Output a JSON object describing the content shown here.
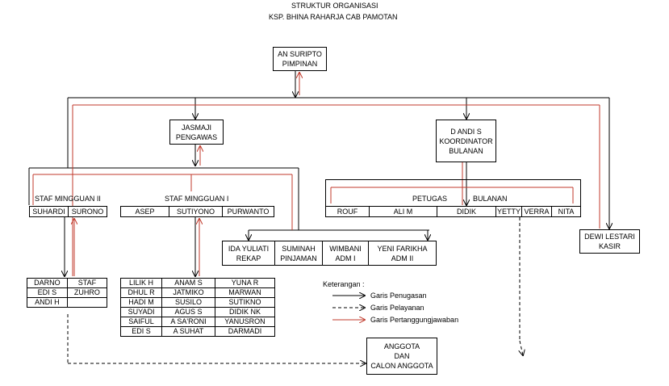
{
  "title": {
    "line1": "STRUKTUR ORGANISASI",
    "line2": "KSP. BHINA RAHARJA CAB PAMOTAN"
  },
  "pimpinan": {
    "name": "AN SURIPTO",
    "role": "PIMPINAN"
  },
  "pengawas": {
    "name": "JASMAJI",
    "role": "PENGAWAS"
  },
  "koordinator": {
    "name": "D ANDI S",
    "role1": "KOORDINATOR",
    "role2": "BULANAN"
  },
  "kasir": {
    "name": "DEWI LESTARI",
    "role": "KASIR"
  },
  "staf2": {
    "title": "STAF MINGGUAN II",
    "members": [
      "SUHARDI",
      "SURONO"
    ]
  },
  "staf1": {
    "title": "STAF MINGGUAN I",
    "members": [
      "ASEP",
      "SUTIYONO",
      "PURWANTO"
    ]
  },
  "petugas": {
    "title": "PETUGAS",
    "title2": "BULANAN",
    "members": [
      "ROUF",
      "ALI M",
      "DIDIK",
      "YETTY",
      "VERRA",
      "NITA"
    ]
  },
  "admin": [
    {
      "name": "IDA YULIATI",
      "role": "REKAP"
    },
    {
      "name": "SUMINAH",
      "role": "PINJAMAN"
    },
    {
      "name": "WIMBANI",
      "role": "ADM I"
    },
    {
      "name": "YENI FARIKHA",
      "role": "ADM II"
    }
  ],
  "staf2_team": [
    [
      "DARNO",
      "STAF"
    ],
    [
      "EDI S",
      "ZUHRO"
    ],
    [
      "ANDI H",
      ""
    ]
  ],
  "staf1_team": [
    [
      "LILIK H",
      "ANAM S",
      "YUNA R"
    ],
    [
      "DHUL R",
      "JATMIKO",
      "MARWAN"
    ],
    [
      "HADI M",
      "SUSILO",
      "SUTIKNO"
    ],
    [
      "SUYADI",
      "AGUS S",
      "DIDIK NK"
    ],
    [
      "SAIFUL",
      "A SA'RONI",
      "YANUSRON"
    ],
    [
      "EDI S",
      "A SUHAT",
      "DARMADI"
    ]
  ],
  "legend": {
    "title": "Keterangan :",
    "items": [
      "Garis Penugasan",
      "Garis Pelayanan",
      "Garis Pertanggungjawaban"
    ]
  },
  "anggota": {
    "line1": "ANGGOTA",
    "line2": "DAN",
    "line3": "CALON ANGGOTA"
  },
  "colors": {
    "assignment": "#000000",
    "service": "#000000",
    "responsibility": "#c0392b"
  }
}
